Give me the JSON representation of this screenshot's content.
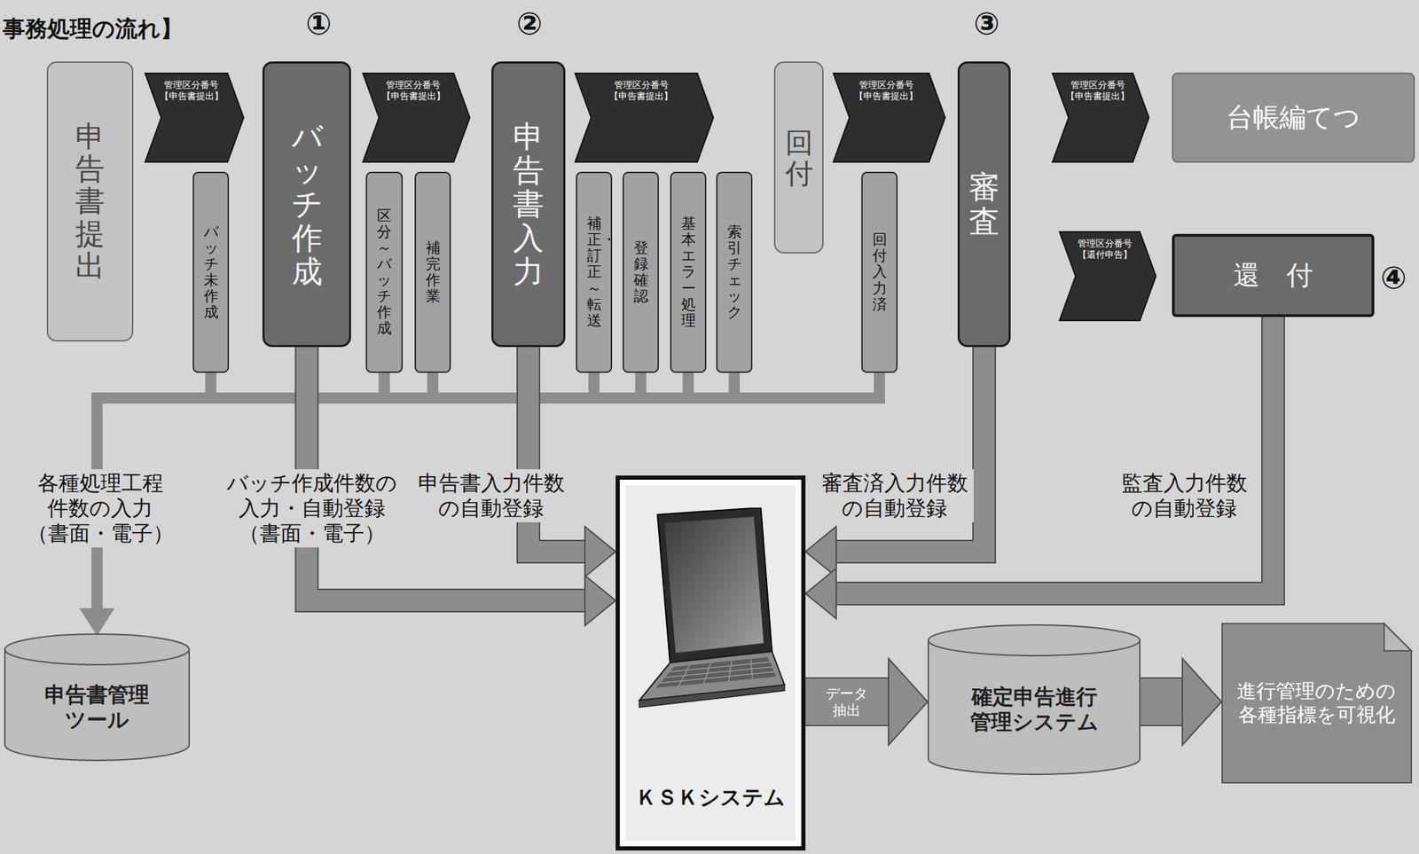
{
  "diagram": {
    "title": "事務処理の流れ】",
    "nodes": [
      {
        "text": [
          "申告書提出"
        ]
      },
      {
        "text": [
          "管理区分番号 【申告書提出】"
        ]
      },
      {
        "text": [
          "バッチ未作成"
        ]
      },
      {
        "text": [
          "バッチ作成"
        ]
      },
      {
        "text": [
          "管理区分番号 【申告書提出】"
        ]
      },
      {
        "text": [
          "区分～バッチ作成"
        ]
      },
      {
        "text": [
          "補完作業"
        ]
      },
      {
        "text": [
          "申告書入力"
        ]
      },
      {
        "text": [
          "管理区分番号 【申告書提出】"
        ]
      },
      {
        "text": [
          "補正・訂正～転送"
        ]
      },
      {
        "text": [
          "登録確認"
        ]
      },
      {
        "text": [
          "基本エラー処理"
        ]
      },
      {
        "text": [
          "索引チェック"
        ]
      },
      {
        "text": [
          "回付"
        ]
      },
      {
        "text": [
          "管理区分番号 【申告書提出】"
        ]
      },
      {
        "text": [
          "回付入力済"
        ]
      },
      {
        "text": [
          "審査"
        ]
      },
      {
        "text": [
          "管理区分番号 【申告書提出】"
        ]
      },
      {
        "text": [
          "台帳編てつ"
        ]
      },
      {
        "text": [
          "管理区分番号 【還付申告】"
        ]
      },
      {
        "text": [
          "還　付"
        ]
      },
      {
        "text": [
          "申告書管理 ツール"
        ]
      },
      {
        "text": [
          "ＫＳＫシステム"
        ]
      },
      {
        "text": [
          "確定申告進行 管理システム"
        ]
      },
      {
        "text": [
          "進行管理のための 各種指標を可視化"
        ]
      }
    ],
    "edges": [
      {
        "from": 2,
        "to": 21,
        "arrow": "to",
        "label": "各種処理工程 件数の入力 （書面・電子）"
      },
      {
        "from": 5,
        "to": 21,
        "arrow": "to"
      },
      {
        "from": 6,
        "to": 21,
        "arrow": "to"
      },
      {
        "from": 9,
        "to": 21,
        "arrow": "to"
      },
      {
        "from": 10,
        "to": 21,
        "arrow": "to"
      },
      {
        "from": 11,
        "to": 21,
        "arrow": "to"
      },
      {
        "from": 12,
        "to": 21,
        "arrow": "to"
      },
      {
        "from": 15,
        "to": 21,
        "arrow": "to"
      },
      {
        "from": 3,
        "to": 22,
        "arrow": "to",
        "label": "バッチ作成件数の 入力・自動登録 （書面・電子）"
      },
      {
        "from": 7,
        "to": 22,
        "arrow": "to",
        "label": "申告書入力件数 の自動登録"
      },
      {
        "from": 16,
        "to": 22,
        "arrow": "to",
        "label": "審査済入力件数 の自動登録"
      },
      {
        "from": 20,
        "to": 22,
        "arrow": "to",
        "label": "監査入力件数 の自動登録"
      },
      {
        "from": 22,
        "to": 23,
        "arrow": "to",
        "label": "データ 抽出"
      },
      {
        "from": 23,
        "to": 24,
        "arrow": "to"
      }
    ],
    "labels": [
      "①",
      "②",
      "③",
      "④"
    ]
  }
}
